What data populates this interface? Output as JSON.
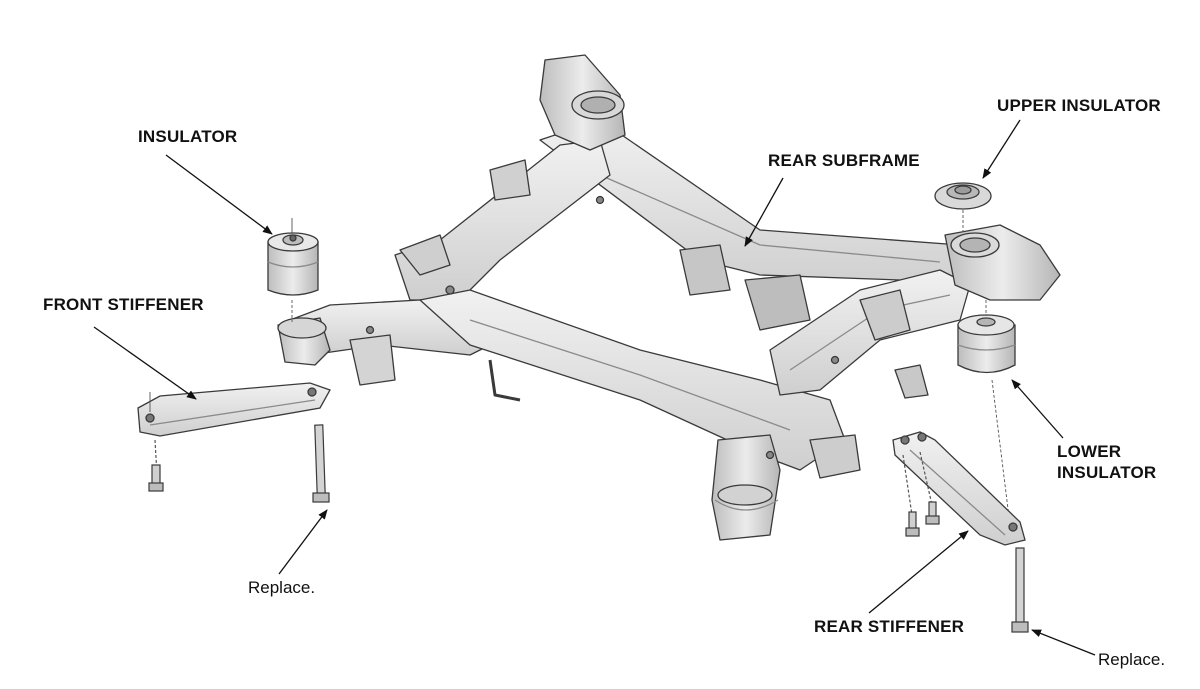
{
  "labels": {
    "insulator": "INSULATOR",
    "front_stiffener": "FRONT STIFFENER",
    "rear_subframe": "REAR SUBFRAME",
    "upper_insulator": "UPPER INSULATOR",
    "lower_insulator_line1": "LOWER",
    "lower_insulator_line2": "INSULATOR",
    "rear_stiffener": "REAR STIFFENER",
    "replace_front": "Replace.",
    "replace_rear": "Replace."
  },
  "colors": {
    "part_fill": "#e3e3e3",
    "part_shade": "#c4c4c4",
    "part_dark": "#9a9a9a",
    "outline": "#3a3a3a",
    "leader": "#111111"
  }
}
